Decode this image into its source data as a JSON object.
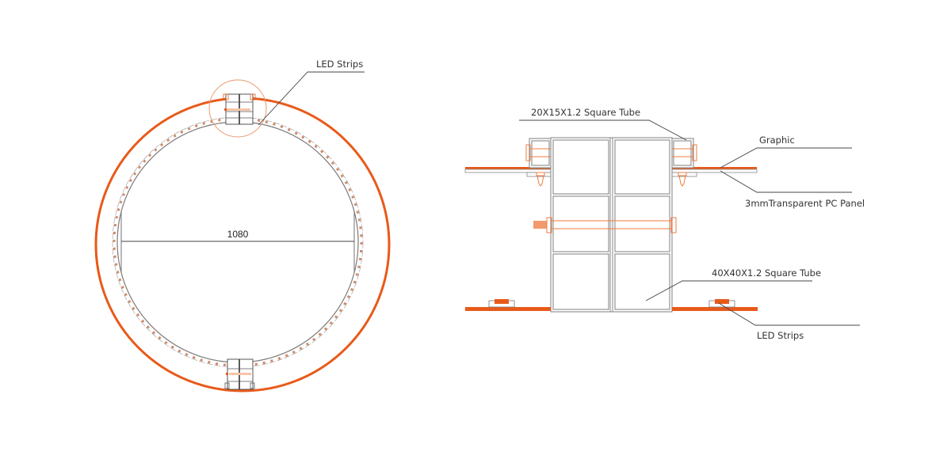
{
  "colors": {
    "accent_orange": "#e85a1a",
    "bolt_orange": "#f07b3f",
    "tube_gray": "#8a8a8a",
    "text": "#333333",
    "background": "#ffffff"
  },
  "plan_view": {
    "diameter_label": "1080",
    "callout_led": "LED Strips"
  },
  "section_view": {
    "callout_small_tube": "20X15X1.2 Square Tube",
    "callout_graphic": "Graphic",
    "callout_pc_panel": "3mmTransparent PC Panel",
    "callout_large_tube": "40X40X1.2 Square Tube",
    "callout_led": "LED Strips"
  }
}
